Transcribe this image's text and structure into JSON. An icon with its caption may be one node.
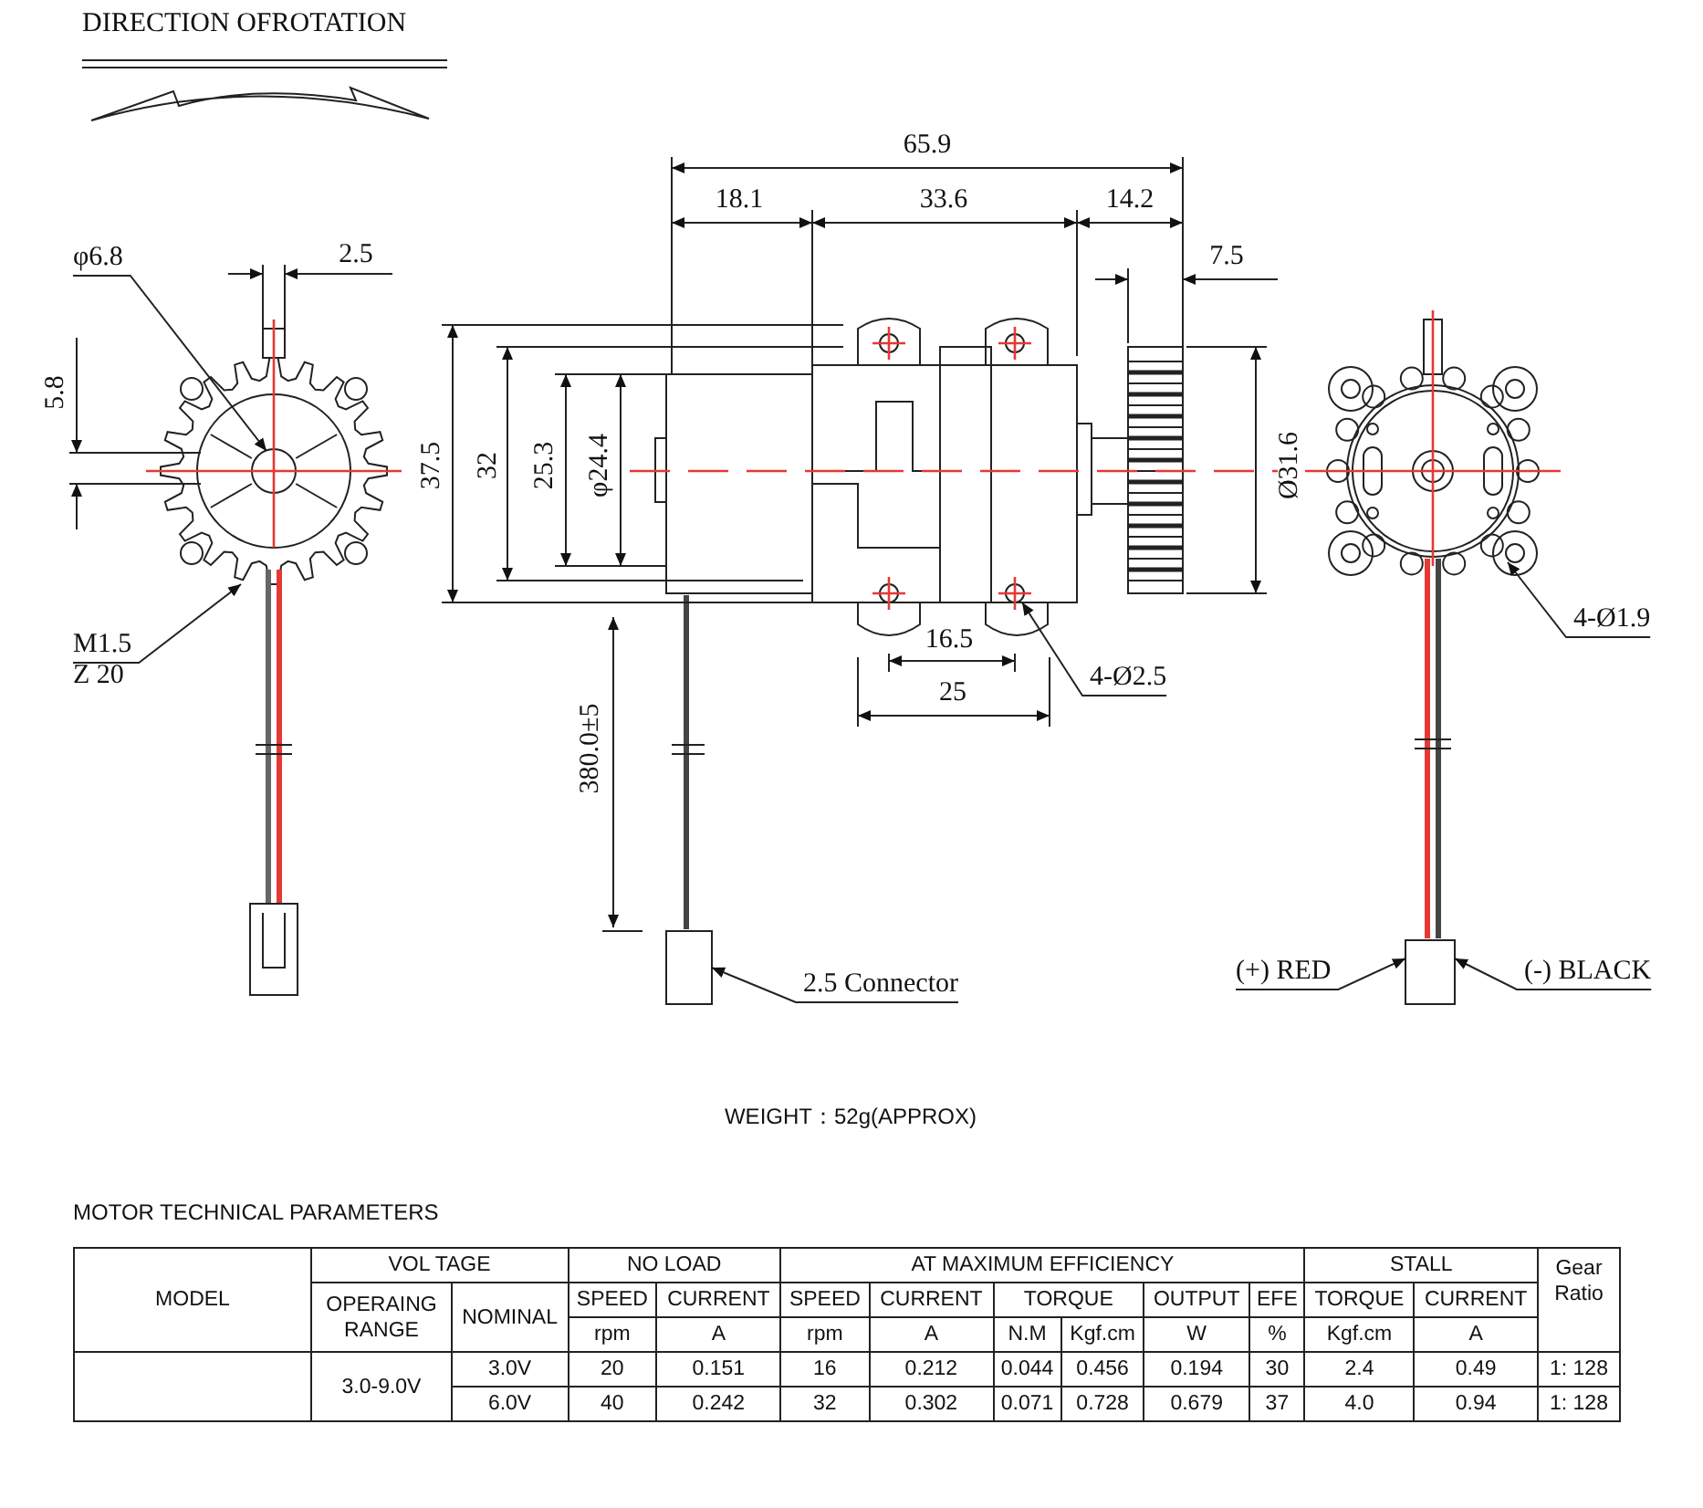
{
  "diagram": {
    "nodes": [
      {
        "text": [
          "φ6.8"
        ]
      },
      {
        "text": [
          "M1.5",
          "Z 20"
        ]
      },
      {
        "text": [
          "4-Ø2.5"
        ]
      },
      {
        "text": [
          "2.5 Connector"
        ]
      },
      {
        "text": [],
        "shape": "box"
      },
      {
        "text": [
          "4-Ø1.9"
        ]
      },
      {
        "text": [
          "(+) RED"
        ]
      },
      {
        "text": [
          "(-) BLACK"
        ]
      },
      {
        "text": [],
        "shape": "box"
      },
      {
        "text": [],
        "shape": "picture"
      },
      {
        "text": [],
        "shape": "picture"
      },
      {
        "text": [],
        "shape": "picture"
      }
    ],
    "edges": [
      {
        "from": 0,
        "to": 9,
        "arrow": "to"
      },
      {
        "from": 1,
        "to": 9,
        "arrow": "to"
      },
      {
        "from": 2,
        "to": 10,
        "arrow": "to"
      },
      {
        "from": 3,
        "to": 4,
        "arrow": "to"
      },
      {
        "from": 5,
        "to": 11,
        "arrow": "to"
      },
      {
        "from": 6,
        "to": 8,
        "arrow": "to"
      },
      {
        "from": 7,
        "to": 8,
        "arrow": "to"
      }
    ],
    "labels": [
      "DIRECTION OFROTATION",
      "65.9",
      "18.1",
      "33.6",
      "14.2",
      "2.5",
      "7.5",
      "5.8",
      "37.5",
      "32",
      "25.3",
      "φ24.4",
      "Ø31.6",
      "16.5",
      "25",
      "380.0±5",
      "WEIGHT：52g(APPROX)",
      "MOTOR TECHNICAL PARAMETERS",
      "MODEL",
      "VOL TAGE",
      "NO LOAD",
      "AT MAXIMUM EFFICIENCY",
      "STALL",
      "Gear Ratio",
      "OPERAING RANGE",
      "NOMINAL",
      "SPEED",
      "CURRENT",
      "SPEED",
      "CURRENT",
      "TORQUE",
      "OUTPUT",
      "EFE",
      "TORQUE",
      "CURRENT",
      "rpm",
      "A",
      "rpm",
      "A",
      "N.M",
      "Kgf.cm",
      "W",
      "%",
      "Kgf.cm",
      "A",
      "3.0-9.0V",
      "3.0V",
      "20",
      "0.151",
      "16",
      "0.212",
      "0.044",
      "0.456",
      "0.194",
      "30",
      "2.4",
      "0.49",
      "1: 128",
      "6.0V",
      "40",
      "0.242",
      "32",
      "0.302",
      "0.071",
      "0.728",
      "0.679",
      "37",
      "4.0",
      "0.94",
      "1: 128"
    ]
  }
}
